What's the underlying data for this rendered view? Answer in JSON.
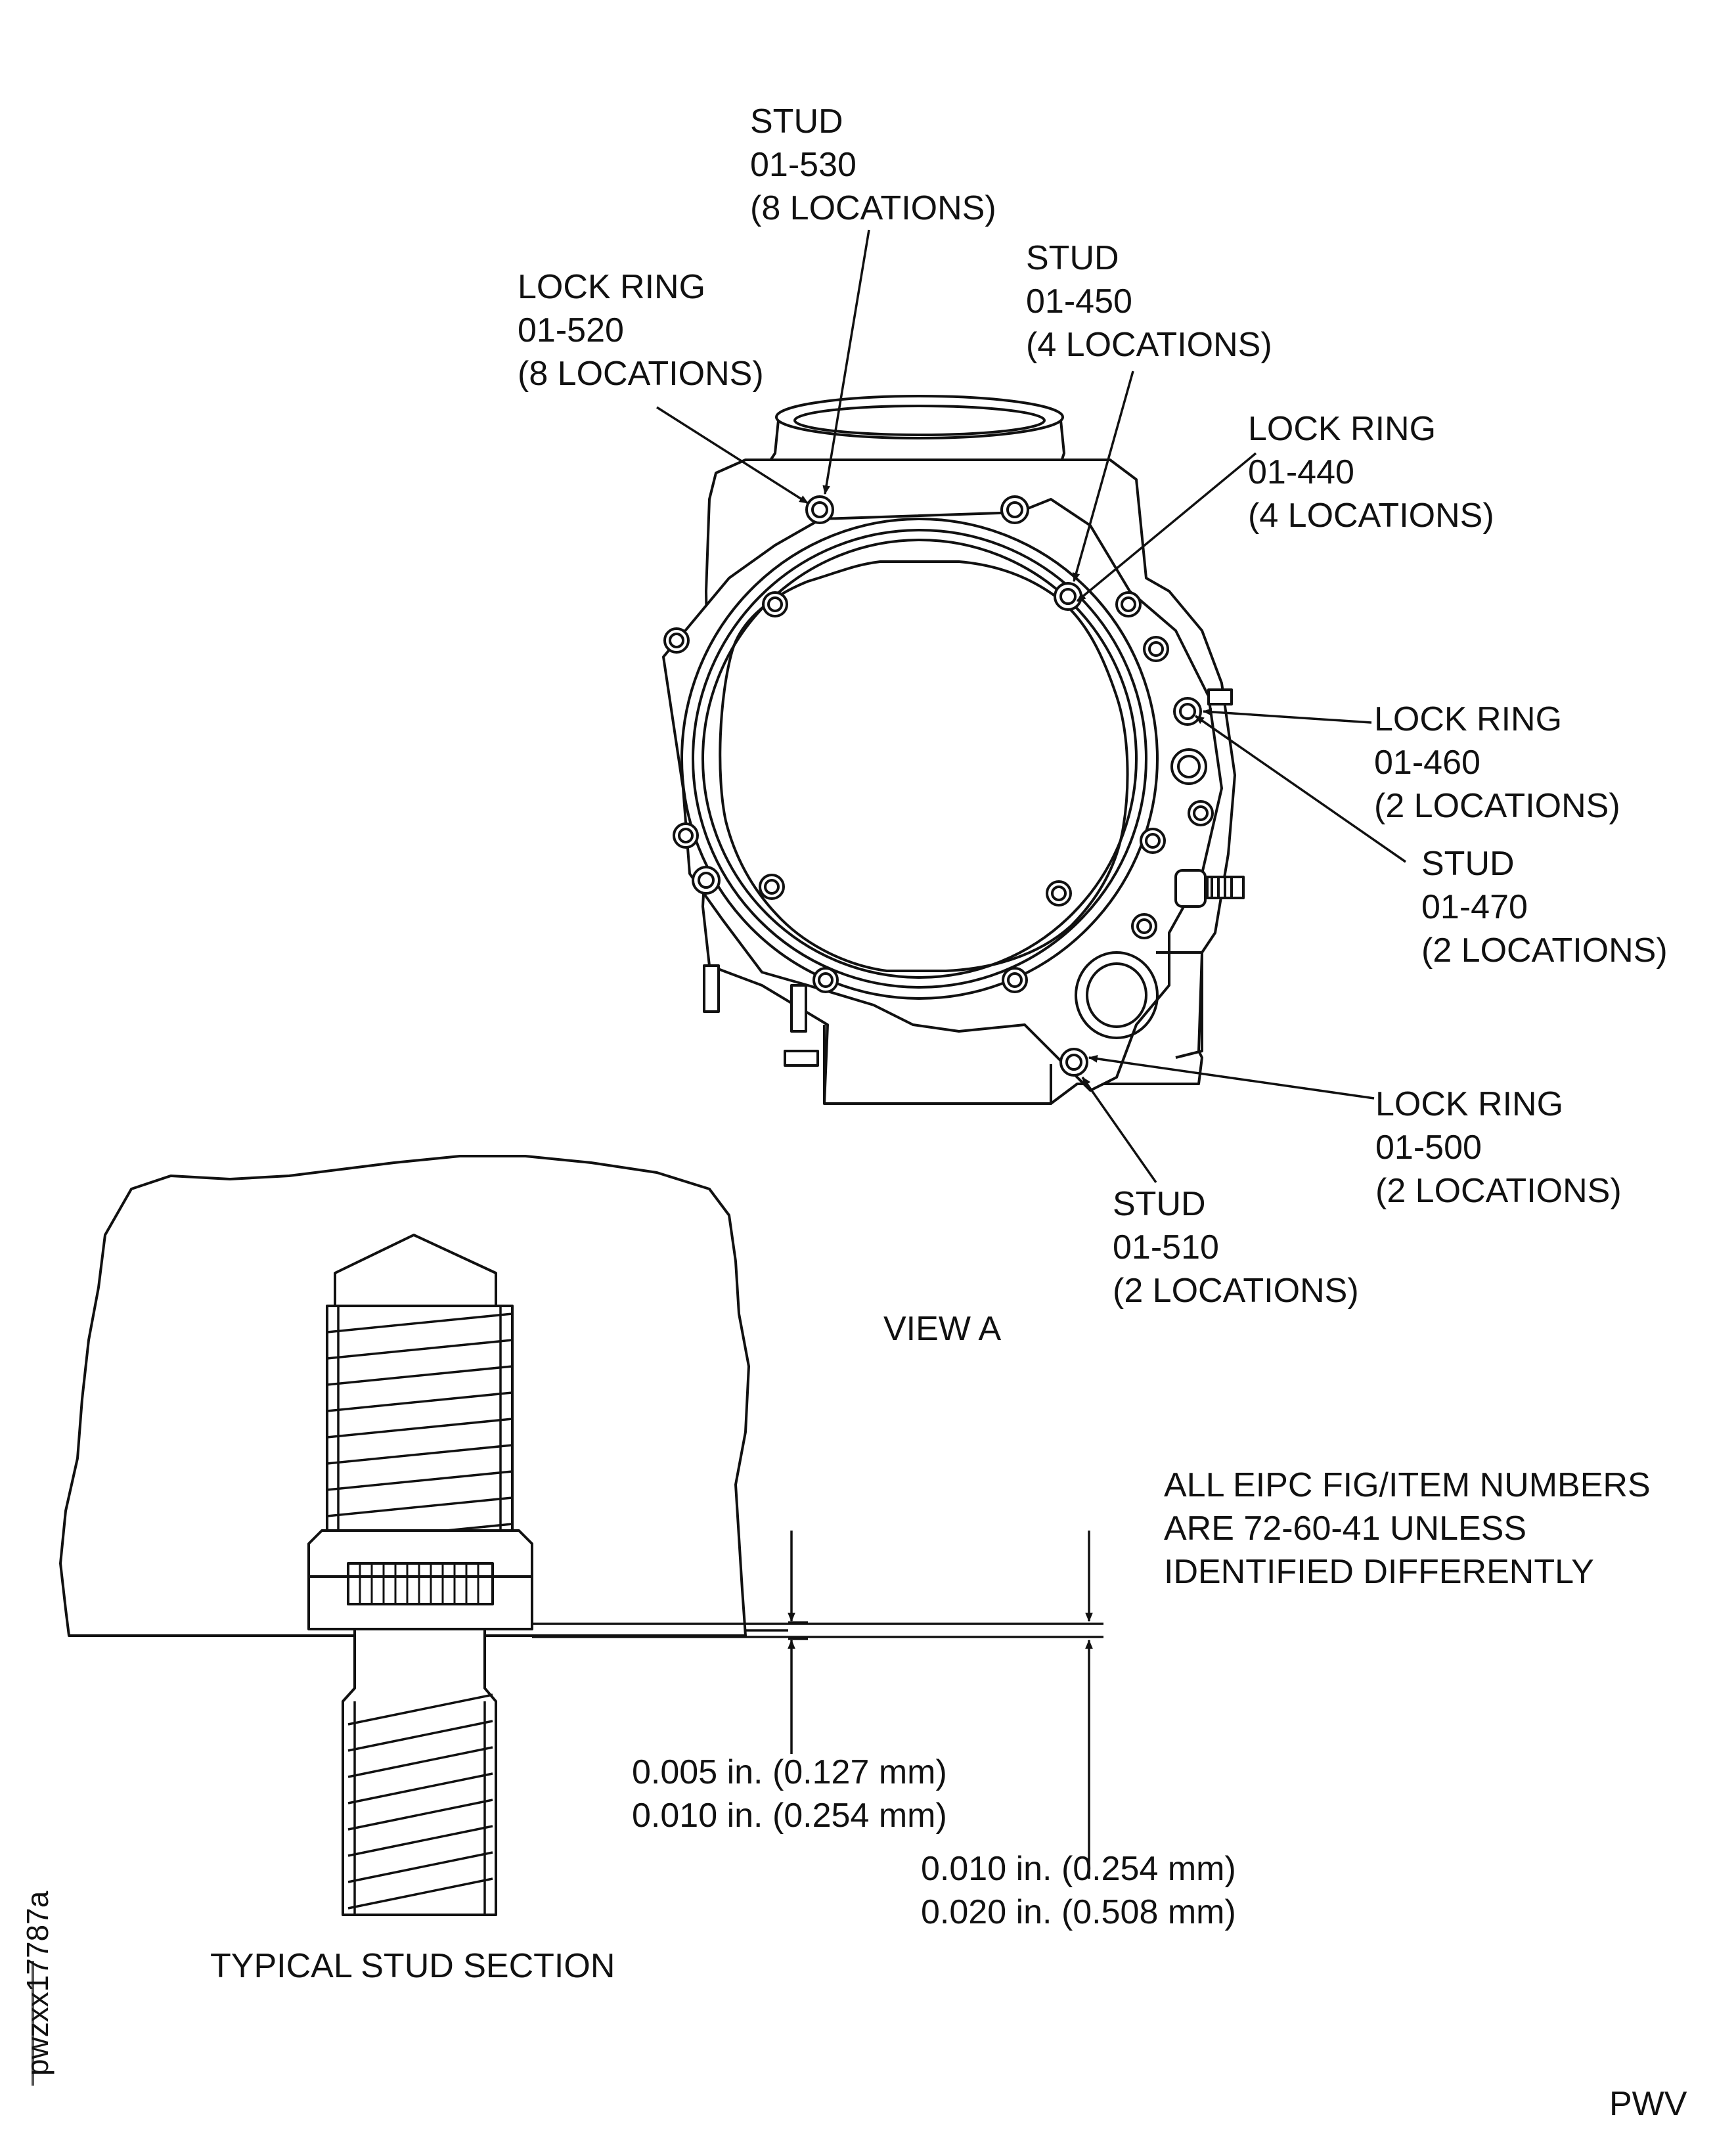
{
  "callouts": {
    "stud_530": {
      "title": "STUD",
      "number": "01-530",
      "qty": "(8 LOCATIONS)"
    },
    "lockring_520": {
      "title": "LOCK RING",
      "number": "01-520",
      "qty": "(8 LOCATIONS)"
    },
    "stud_450": {
      "title": "STUD",
      "number": "01-450",
      "qty": "(4 LOCATIONS)"
    },
    "lockring_440": {
      "title": "LOCK RING",
      "number": "01-440",
      "qty": "(4 LOCATIONS)"
    },
    "lockring_460": {
      "title": "LOCK RING",
      "number": "01-460",
      "qty": "(2 LOCATIONS)"
    },
    "stud_470": {
      "title": "STUD",
      "number": "01-470",
      "qty": "(2 LOCATIONS)"
    },
    "lockring_500": {
      "title": "LOCK RING",
      "number": "01-500",
      "qty": "(2 LOCATIONS)"
    },
    "stud_510": {
      "title": "STUD",
      "number": "01-510",
      "qty": "(2 LOCATIONS)"
    }
  },
  "view_a_label": "VIEW A",
  "note": {
    "line1": "ALL EIPC FIG/ITEM NUMBERS",
    "line2": "ARE 72-60-41 UNLESS",
    "line3": "IDENTIFIED DIFFERENTLY"
  },
  "dimensions": {
    "lockring": {
      "line1": "0.005 in. (0.127 mm)",
      "line2": "0.010 in. (0.254 mm)"
    },
    "stud": {
      "line1": "0.010 in. (0.254 mm)",
      "line2": "0.020 in. (0.508 mm)"
    }
  },
  "section_label": "TYPICAL STUD SECTION",
  "figure_id": "pwzxx17787a",
  "corner_mark": "PWV"
}
